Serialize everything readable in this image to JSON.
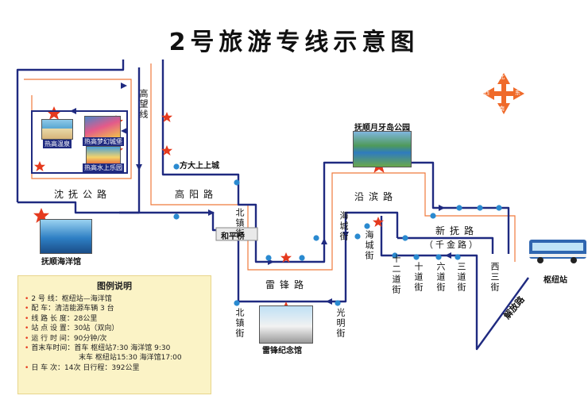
{
  "title": "2号旅游专线示意图",
  "roads": {
    "shenfu": "沈抚公路",
    "gaowang": "高望线",
    "gaoyang": "高阳路",
    "beizhen": "北镇街",
    "leifeng": "雷锋路",
    "yanbin": "沿滨路",
    "haicheng": "海城街",
    "xinfu": "新抚路",
    "qianjin": "（千金路）",
    "xisan": "西三街",
    "jiefang": "解放路",
    "shierdao": "十二道街",
    "shidao": "十道街",
    "liudao": "六道街",
    "sandao": "三道街",
    "beizhenjie2": "北镇街",
    "guangming": "光明街",
    "haichengjie2": "海城街"
  },
  "places": {
    "fangda": "方大上上城",
    "heping": "和平桥",
    "moon_park": "抚顺月牙岛公园",
    "hub": "枢纽站",
    "ocean": "抚顺海洋馆",
    "leifeng_hall": "雷锋纪念馆",
    "spring1": "热高温泉",
    "spring2": "热高梦幻城堡",
    "spring3": "热高水上乐园"
  },
  "compass": {
    "n": "北",
    "s": "南",
    "w": "西",
    "e": "东"
  },
  "legend": {
    "title": "图例说明",
    "rows": [
      {
        "k": "2  号  线：",
        "v": "枢纽站—海洋馆"
      },
      {
        "k": "配      车：",
        "v": "清洁能源车辆 3 台"
      },
      {
        "k": "线 路 长 度：",
        "v": "28公里"
      },
      {
        "k": "站 点 设 置：",
        "v": "30站（双向）"
      },
      {
        "k": "运 行 时 间：",
        "v": "90分钟/次"
      },
      {
        "k": "首末车时间：",
        "v": "首车  枢纽站7:30  海洋馆 9:30"
      },
      {
        "k": "",
        "v": "末车  枢纽站15:30  海洋馆17:00"
      },
      {
        "k": "日  车  次：",
        "v": "14次          日行程：392公里"
      }
    ]
  },
  "colors": {
    "route": "#1f2a80",
    "stop": "#2a8ad0",
    "attraction": "#e53a1e",
    "direction": "#ef7a3c",
    "legend_bg": "#fbf3c6"
  }
}
